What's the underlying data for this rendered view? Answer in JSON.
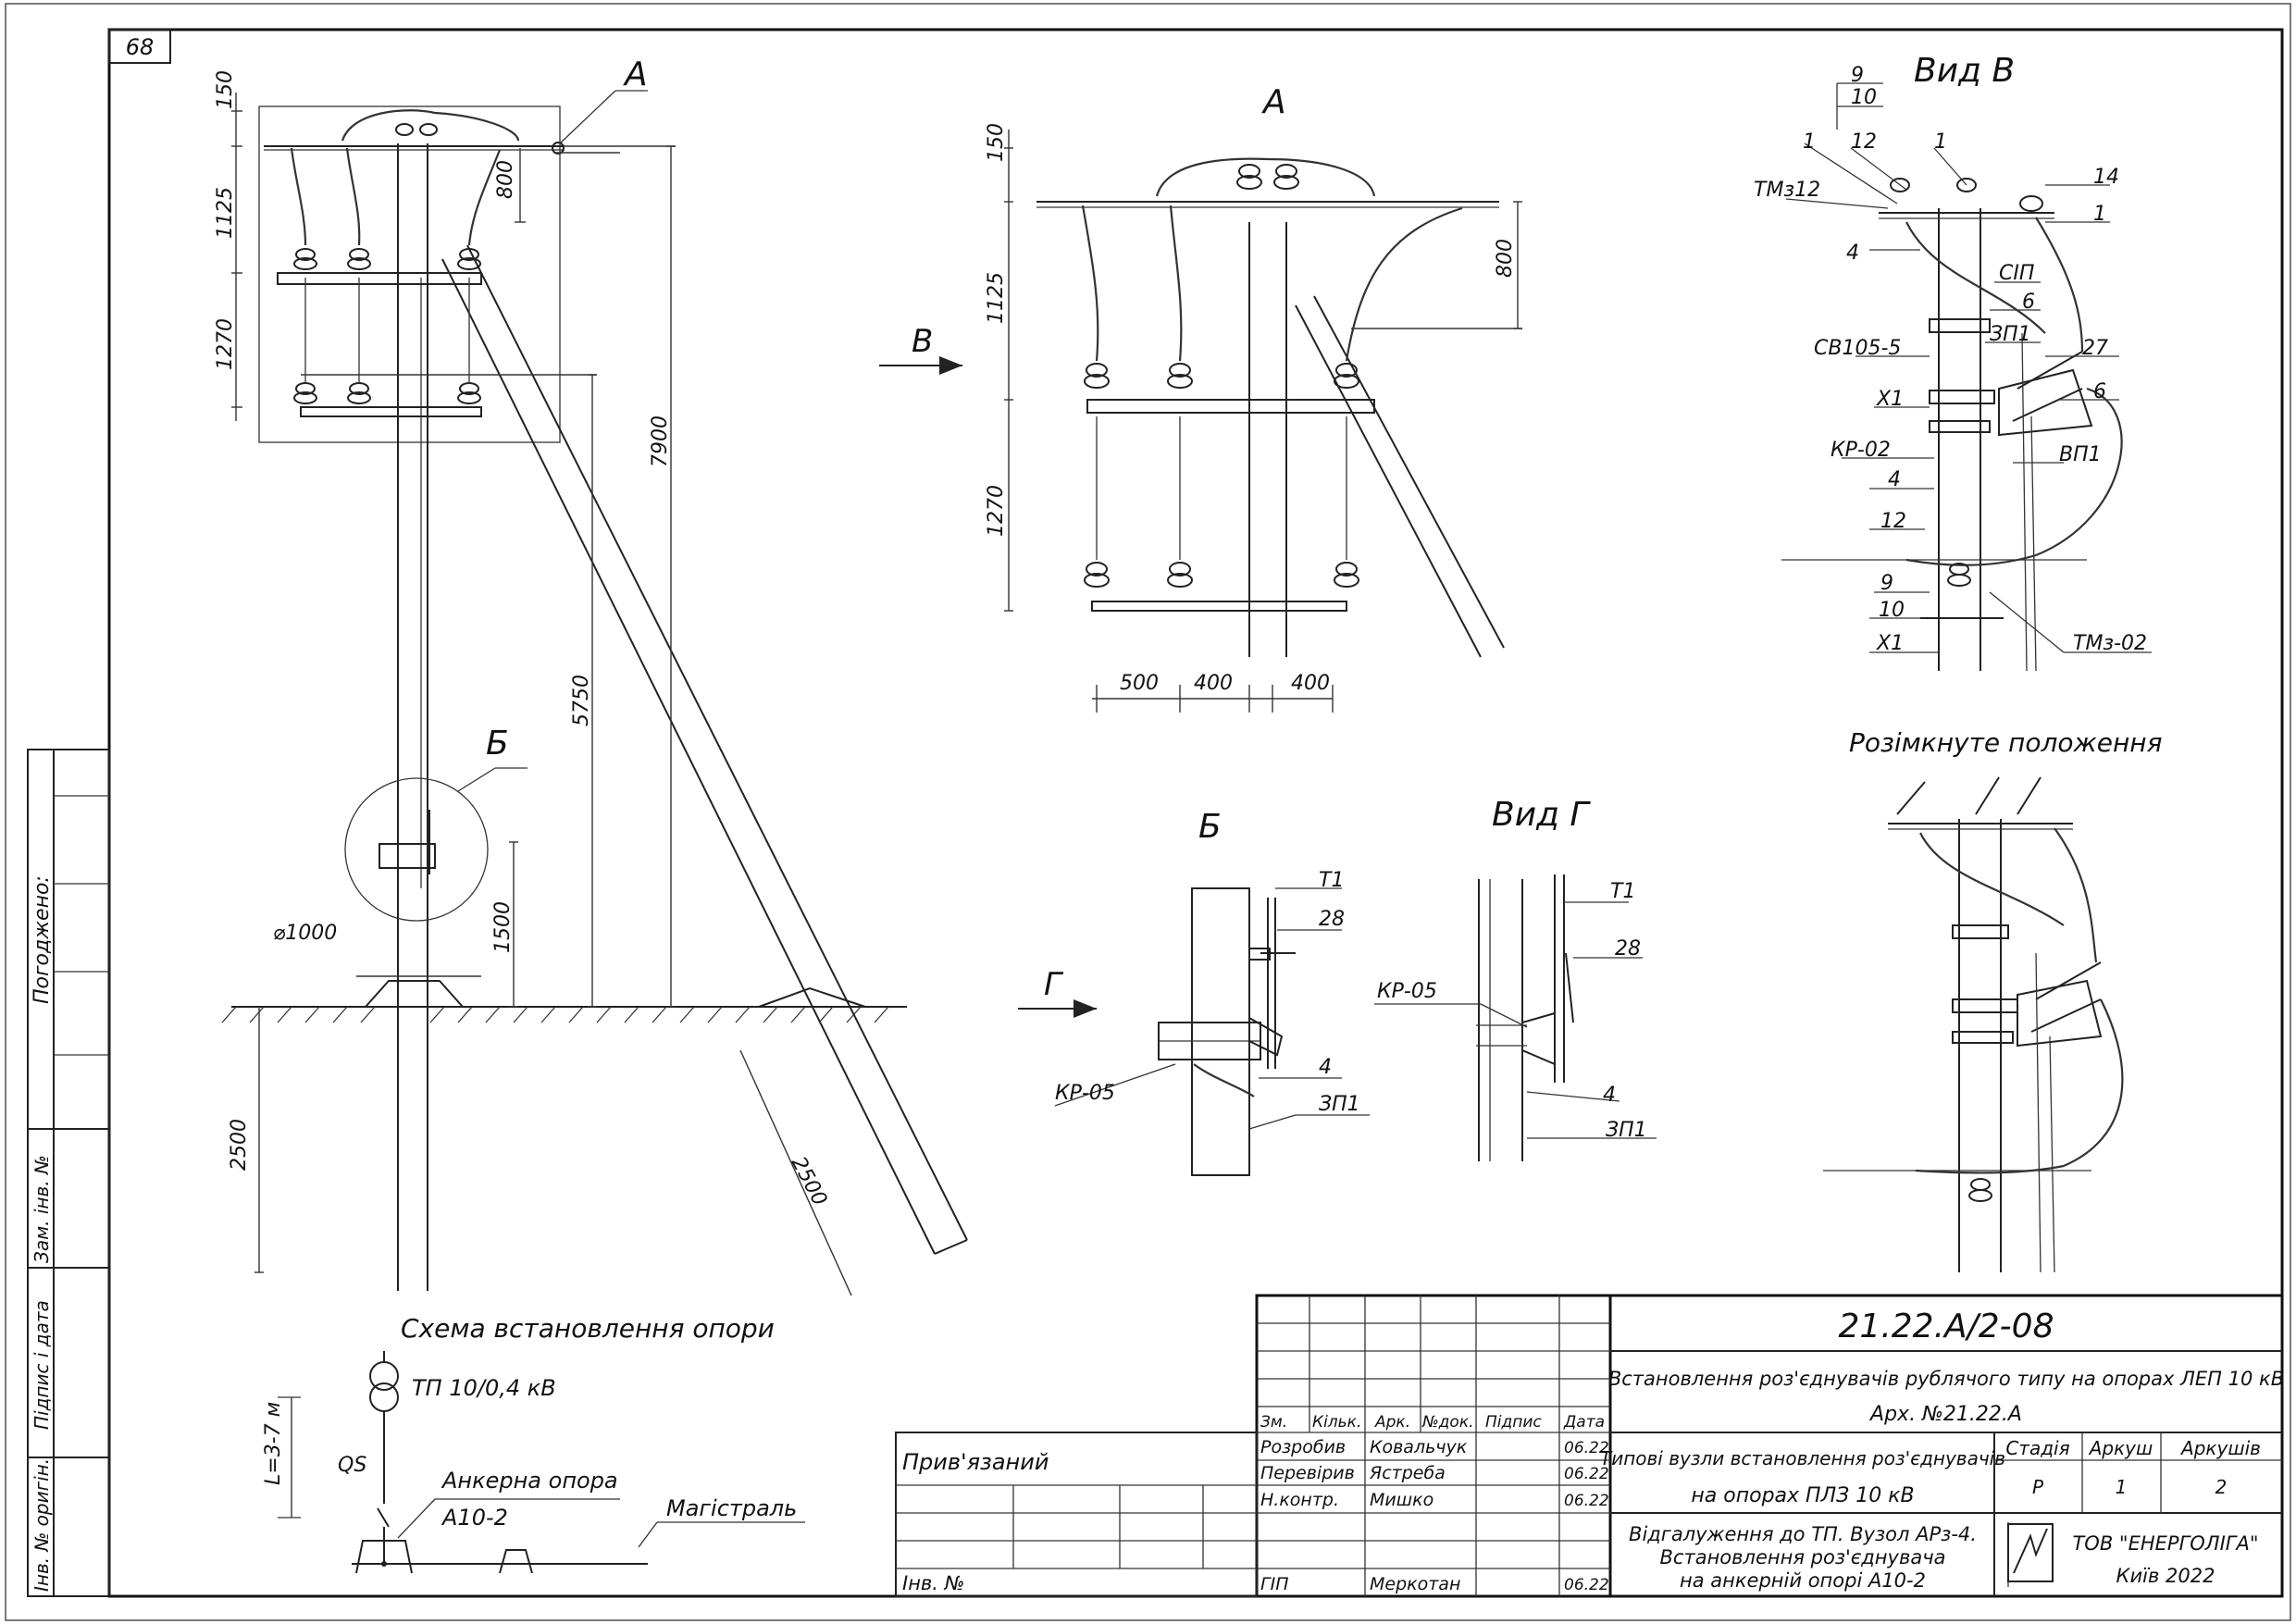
{
  "sheet": {
    "number": "68"
  },
  "left_strip": {
    "approved": "Погоджено:",
    "replaced_inv": "Зам. інв. №",
    "sign_date": "Підпис і дата",
    "inv_orig": "Інв. № оригін."
  },
  "main_view": {
    "callout_a": "А",
    "callout_b": "Б",
    "dims": {
      "d150": "150",
      "d1125": "1125",
      "d1270": "1270",
      "d800": "800",
      "d7900": "7900",
      "d5750": "5750",
      "d1500": "1500",
      "d2500v": "2500",
      "d2500s": "2500",
      "dia": "⌀1000"
    }
  },
  "detail_a": {
    "title": "А",
    "arrow_b": "В",
    "dims": {
      "d150": "150",
      "d1125": "1125",
      "d1270": "1270",
      "d800": "800",
      "d500": "500",
      "d400a": "400",
      "d400b": "400"
    }
  },
  "view_b": {
    "title": "Вид В",
    "labels": {
      "l9a": "9",
      "l10a": "10",
      "l1a": "1",
      "l12a": "12",
      "l1b": "1",
      "l14": "14",
      "l1c": "1",
      "tmz12": "ТМз12",
      "l4a": "4",
      "sip": "СІП",
      "l6a": "6",
      "zp1": "ЗП1",
      "sv105": "СВ105-5",
      "l27": "27",
      "x1a": "Х1",
      "l6b": "6",
      "kr02": "КР-02",
      "vp1": "ВП1",
      "l4b": "4",
      "l12b": "12",
      "l9b": "9",
      "l10b": "10",
      "x1b": "Х1",
      "tmz02": "ТМз-02"
    }
  },
  "open_position": {
    "title": "Розімкнуте положення"
  },
  "detail_b": {
    "title": "Б",
    "arrow_g": "Г",
    "t1": "Т1",
    "l28": "28",
    "kr05": "КР-05",
    "l4": "4",
    "zp1": "ЗП1"
  },
  "view_g": {
    "title": "Вид Г",
    "t1": "Т1",
    "l28": "28",
    "kr05": "КР-05",
    "l4": "4",
    "zp1": "ЗП1"
  },
  "scheme": {
    "title": "Схема встановлення опори",
    "tp": "ТП 10/0,4 кВ",
    "len": "L=3-7 м",
    "qs": "QS",
    "anchor": "Анкерна опора",
    "a10": "А10-2",
    "main_line": "Магістраль"
  },
  "title_block": {
    "code": "21.22.А/2-08",
    "line1": "Встановлення роз'єднувачів рублячого типу на опорах ЛЕП 10 кВ",
    "arch": "Арх. №21.22.А",
    "typical": "Типові вузли встановлення роз'єднувачів",
    "typical2": "на опорах ПЛЗ 10 кВ",
    "branch1": "Відгалуження до ТП. Вузол АРз-4.",
    "branch2": "Встановлення роз'єднувача",
    "branch3": "на анкерній опорі А10-2",
    "headers": {
      "zm": "Зм.",
      "kil": "Кільк.",
      "ark": "Арк.",
      "ndok": "№док.",
      "pidpys": "Підпис",
      "data": "Дата"
    },
    "rows": [
      {
        "role": "Розробив",
        "name": "Ковальчук",
        "date": "06.22"
      },
      {
        "role": "Перевірив",
        "name": "Ястреба",
        "date": "06.22"
      },
      {
        "role": "Н.контр.",
        "name": "Мишко",
        "date": "06.22"
      },
      {
        "role": "ГІП",
        "name": "Меркотан",
        "date": "06.22"
      }
    ],
    "stage_h": "Стадія",
    "sheet_h": "Аркуш",
    "sheets_h": "Аркушів",
    "stage": "Р",
    "sheet": "1",
    "sheets": "2",
    "company": "ТОВ \"ЕНЕРГОЛІГА\"",
    "city": "Київ 2022",
    "linked": "Прив'язаний",
    "inv": "Інв. №"
  }
}
